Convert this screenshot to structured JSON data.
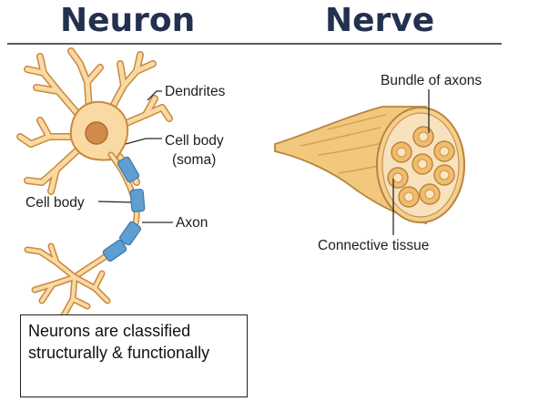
{
  "titles": {
    "neuron": "Neuron",
    "nerve": "Nerve"
  },
  "neuron_labels": {
    "dendrites": "Dendrites",
    "cell_body_right_line1": "Cell body",
    "cell_body_right_line2": "(soma)",
    "cell_body_left": "Cell body",
    "axon": "Axon"
  },
  "nerve_labels": {
    "bundle_of_axons": "Bundle of axons",
    "connective_tissue": "Connective tissue"
  },
  "note": {
    "text": "Neurons are classified structurally & functionally"
  },
  "colors": {
    "title": "#23304f",
    "neuron_fill": "#f9d9a4",
    "neuron_outline": "#c98a3c",
    "nucleus": "#d08a4c",
    "myelin": "#5f9ed1",
    "nerve_fill": "#f2c77e",
    "nerve_outline": "#b9843e"
  }
}
